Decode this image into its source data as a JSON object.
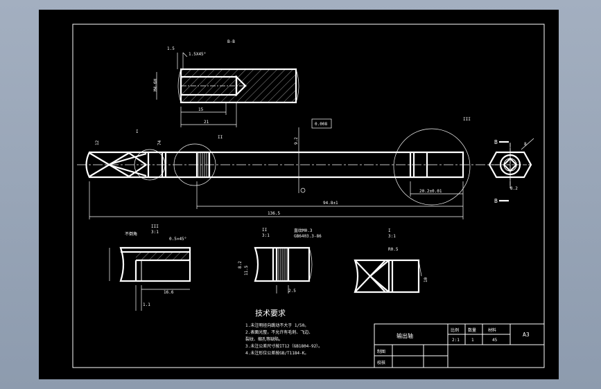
{
  "drawing": {
    "section_label": "B-B",
    "dims": {
      "d15": "1.5",
      "thread": "1.5X45°",
      "m4": "M4-6H",
      "d15b": "15",
      "d21": "21",
      "d12": "12",
      "d9": "9.2",
      "d74": "74",
      "overall": "136.5",
      "mid": "94.8±1",
      "right": "20.2±0.01",
      "tol": "0.008",
      "c05": "0.5×45°",
      "d16": "16.6",
      "d1": "1.1",
      "d25": "2.5",
      "d82": "8.2",
      "d115": "11.5",
      "d10": "10",
      "r05": "R0.5",
      "hex": "8",
      "knurl1": "直纹M0.3",
      "knurl2": "GB6403.3-86"
    },
    "views": {
      "iii": "III",
      "iii_scale": "3:1",
      "ii": "II",
      "ii_scale": "3:1",
      "i": "I",
      "i_scale": "3:1",
      "b1": "B",
      "b2": "B",
      "no_chamfer": "不倒角"
    },
    "notes_title": "技术要求",
    "notes": [
      "1.未注明径向跳动不大于 1/50。",
      "2.表面光整，不允许有毛刺、飞边、",
      "   裂纹、缩孔等缺陷。",
      "3.未注公差尺寸按IT12（GB1804-92）。",
      "4.未注形位公差按GB/T1184-K。"
    ]
  },
  "title_block": {
    "part_name": "输出轴",
    "scale_label": "比例",
    "qty_label": "数量",
    "material_label": "材料",
    "scale": "2:1",
    "qty": "1",
    "material": "45",
    "size": "A3",
    "draw_label": "制图",
    "check_label": "校核"
  }
}
